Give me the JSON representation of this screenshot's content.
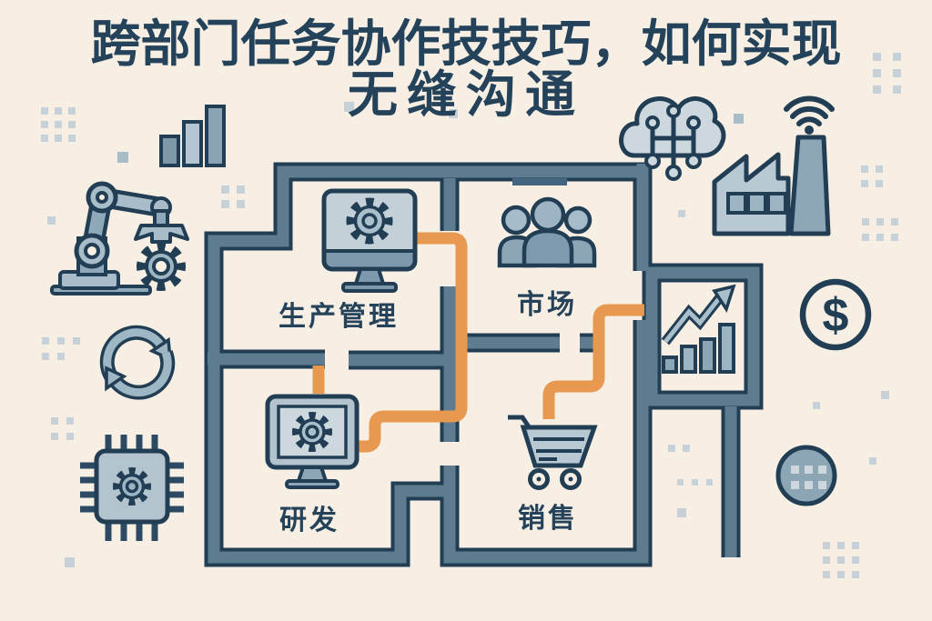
{
  "title": {
    "line1": "跨部门任务协作技技巧，如何实现",
    "line2": "无缝沟通"
  },
  "maze": {
    "rooms": [
      {
        "name": "production-management",
        "label": "生产管理",
        "icon": "monitor-gear-icon"
      },
      {
        "name": "marketing",
        "label": "市场",
        "icon": "people-group-icon"
      },
      {
        "name": "research-development",
        "label": "研发",
        "icon": "monitor-gear-icon"
      },
      {
        "name": "sales",
        "label": "销售",
        "icon": "shopping-cart-icon"
      }
    ],
    "goal_icon": "growth-chart-icon",
    "path_color": "#E8984F"
  },
  "coin": {
    "symbol": "$"
  },
  "decorative_icons": [
    "bar-chart-icon",
    "robot-arm-icon",
    "sync-arrows-icon",
    "cpu-chip-icon",
    "ai-cloud-icon",
    "wifi-icon",
    "factory-icon",
    "dollar-coin-icon",
    "dotted-circle-icon"
  ],
  "colors": {
    "background": "#f7efe3",
    "wall_fill": "#5E7C8F",
    "outline": "#223E54",
    "path_orange": "#E8984F",
    "icon_light": "#b9c9d3",
    "icon_medium": "#8da6b6",
    "text": "#24425a"
  }
}
